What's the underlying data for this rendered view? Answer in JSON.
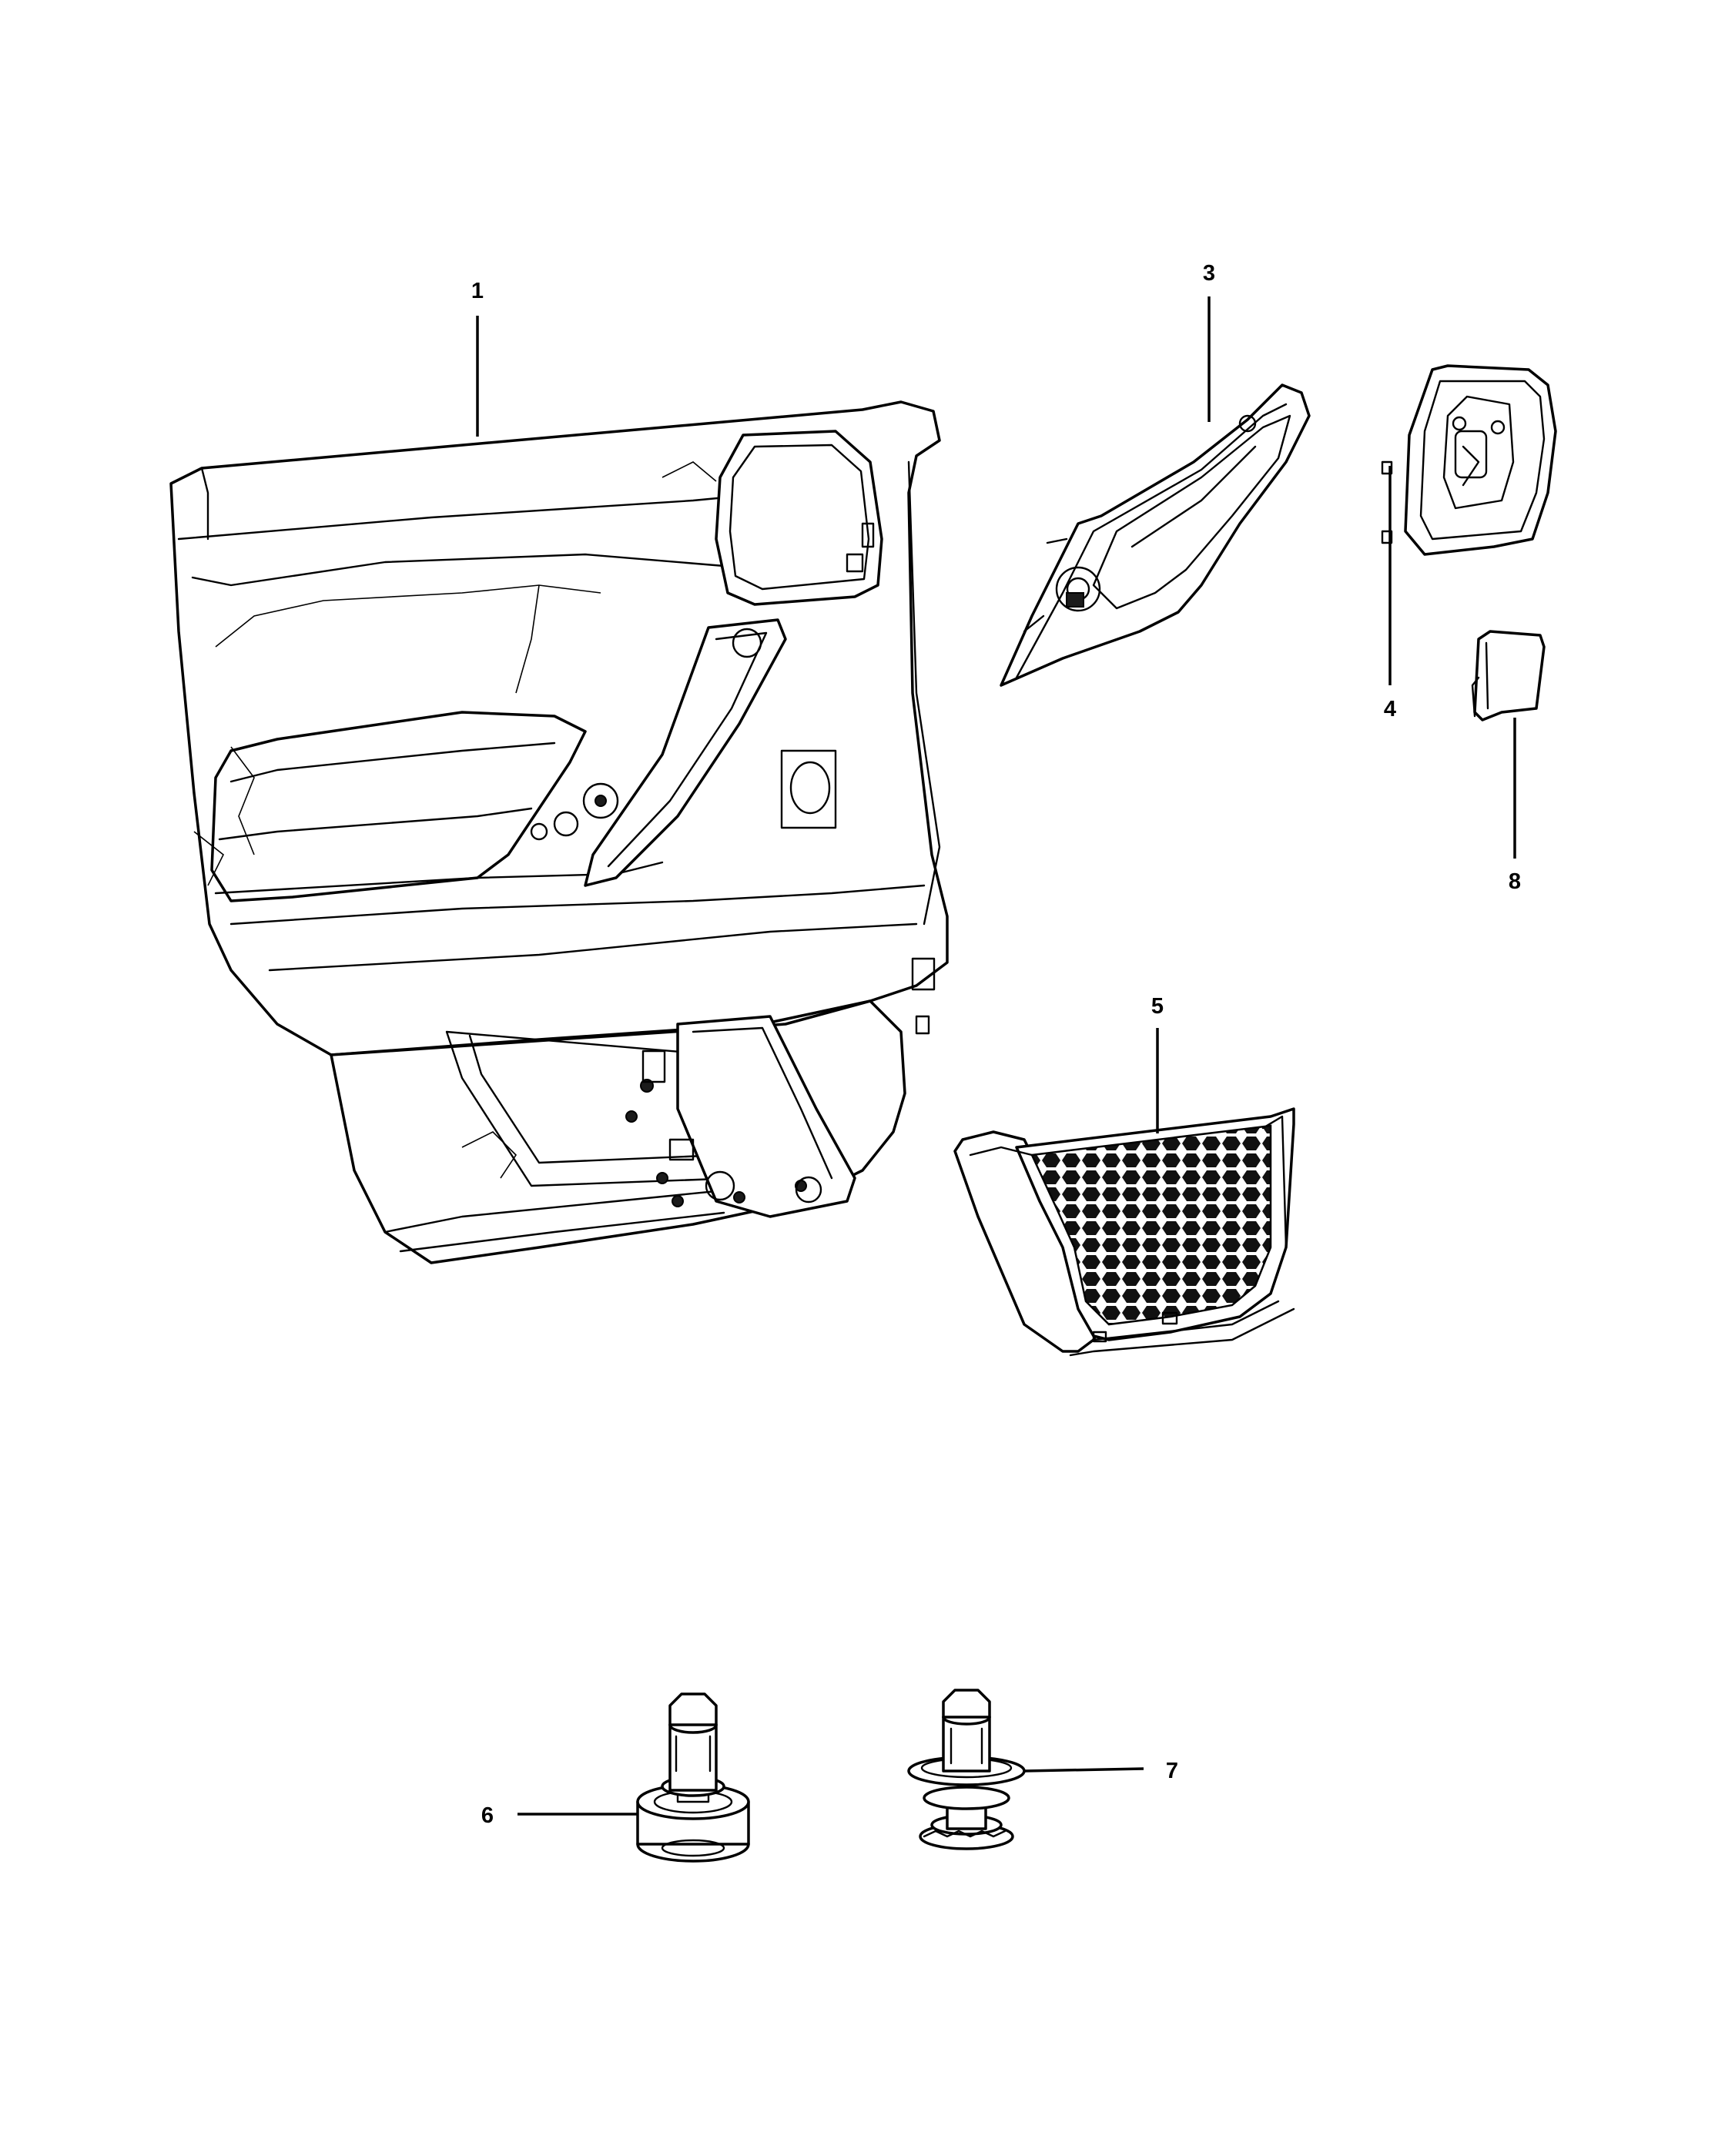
{
  "diagram": {
    "callouts": [
      {
        "id": "1",
        "label": "1"
      },
      {
        "id": "3",
        "label": "3"
      },
      {
        "id": "4",
        "label": "4"
      },
      {
        "id": "5",
        "label": "5"
      },
      {
        "id": "6",
        "label": "6"
      },
      {
        "id": "7",
        "label": "7"
      },
      {
        "id": "8",
        "label": "8"
      }
    ]
  },
  "colors": {
    "line": "#000000",
    "background": "#ffffff"
  }
}
